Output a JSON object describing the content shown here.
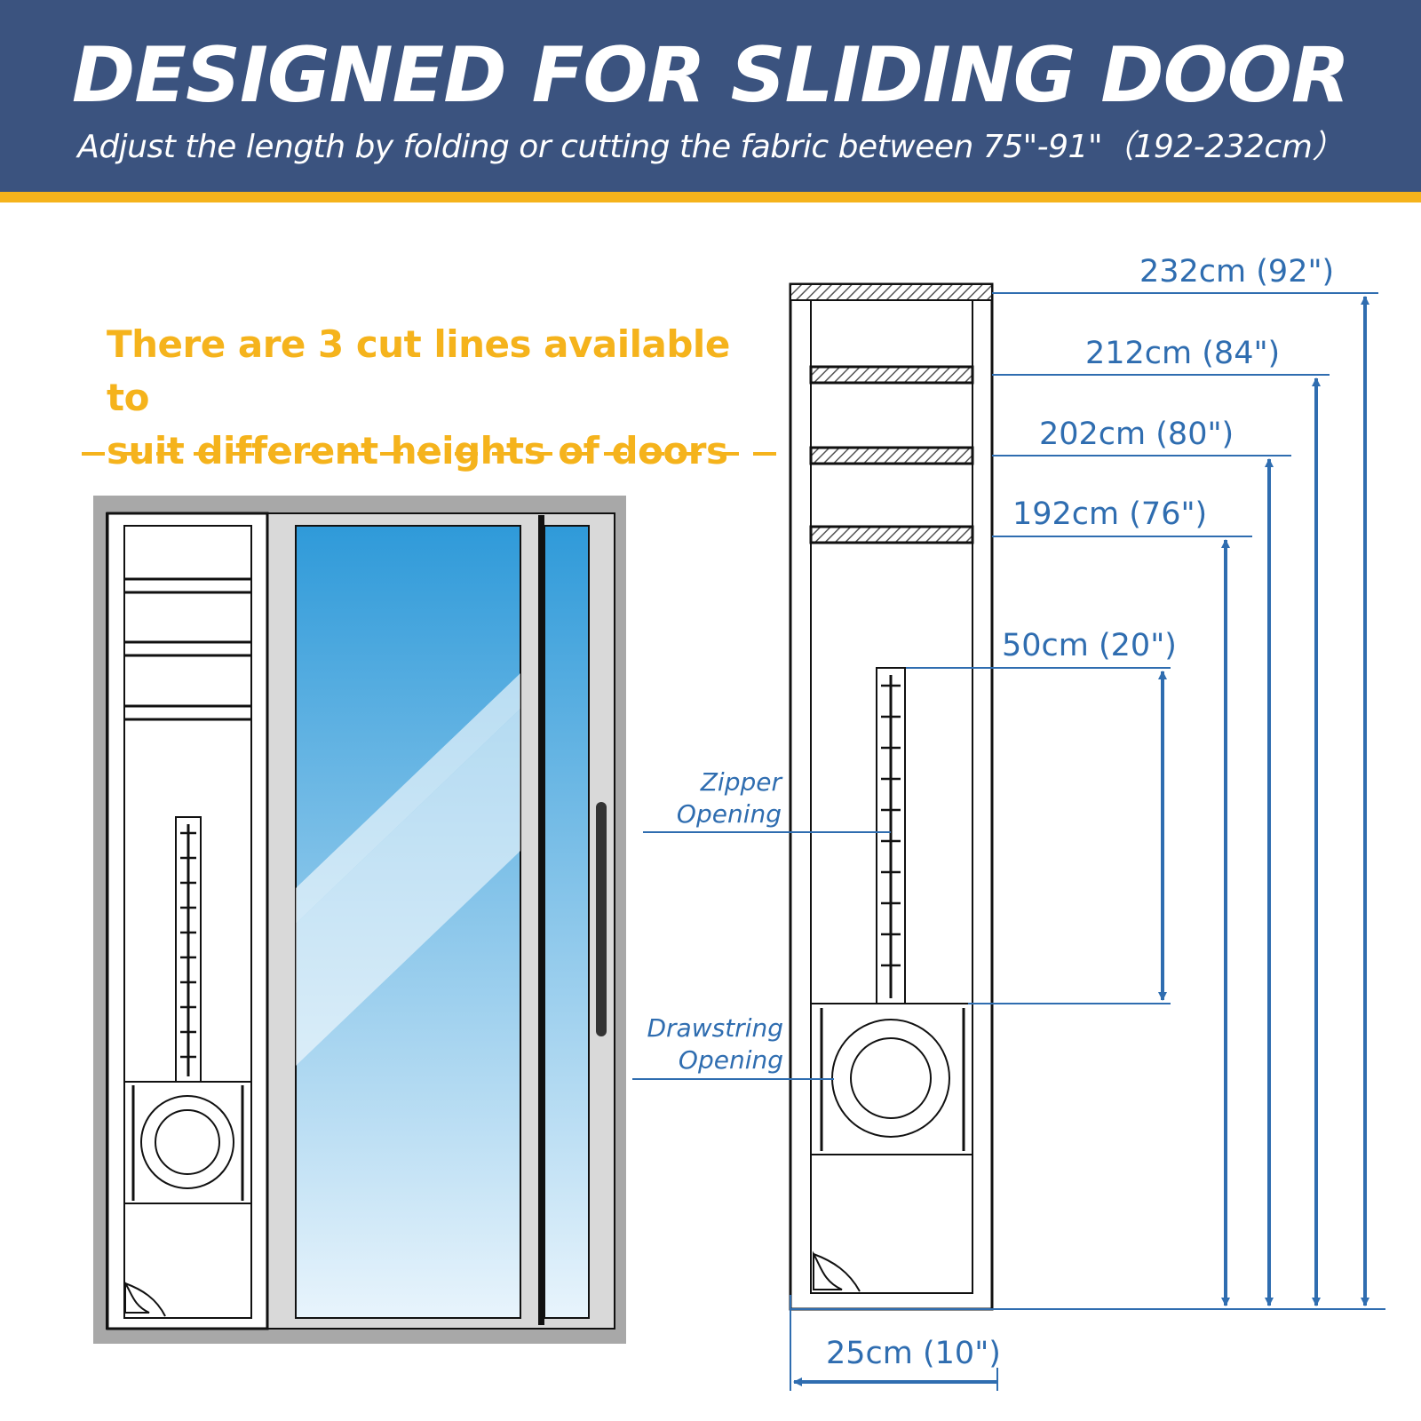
{
  "header": {
    "title": "DESIGNED FOR SLIDING DOOR",
    "subtitle": "Adjust the length by folding or cutting the fabric between 75\"-91\"（192-232cm）"
  },
  "note": {
    "line1": "There are 3 cut lines available to",
    "line2": "suit different heights of doors"
  },
  "dimensions": {
    "h232": "232cm (92\")",
    "h212": "212cm (84\")",
    "h202": "202cm (80\")",
    "h192": "192cm (76\")",
    "zipper_len": "50cm (20\")",
    "width": "25cm (10\")"
  },
  "callouts": {
    "zipper_line1": "Zipper",
    "zipper_line2": "Opening",
    "drawstring_line1": "Drawstring",
    "drawstring_line2": "Opening"
  },
  "colors": {
    "header_bg": "#3b537f",
    "accent_orange": "#f5b31c",
    "dimension_blue": "#2f6db0",
    "glass_top": "#2f9ad9",
    "glass_bottom": "#e8f4fc"
  },
  "icons": [
    "hook-loop-icon",
    "exhaust-hose-port-icon",
    "zipper-icon"
  ]
}
